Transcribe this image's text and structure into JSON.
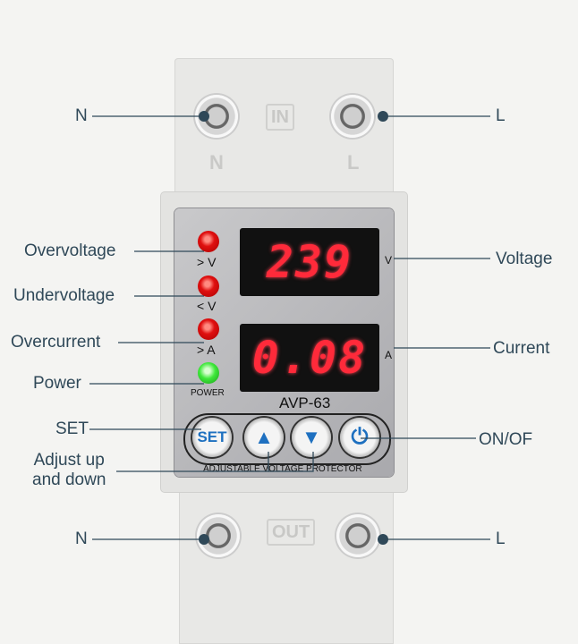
{
  "terminals_top": {
    "box": "IN",
    "left": "N",
    "right": "L"
  },
  "terminals_bottom": {
    "box": "OUT",
    "left": "N",
    "right": "L"
  },
  "indicators": [
    {
      "symbol": "> V",
      "color": "#e01010"
    },
    {
      "symbol": "< V",
      "color": "#e01010"
    },
    {
      "symbol": "> A",
      "color": "#e01010"
    },
    {
      "symbol": "POWER",
      "color": "#3ee83a"
    }
  ],
  "displays": {
    "voltage": "239",
    "voltage_unit": "V",
    "current": "0.08",
    "current_unit": "A"
  },
  "model": "AVP-63",
  "buttons": {
    "set": "SET",
    "up": "up-arrow-icon",
    "down": "down-arrow-icon",
    "power": "power-icon"
  },
  "panel_caption": "ADJUSTABLE VOLTAGE PROTECTOR",
  "callouts": {
    "n_top": "N",
    "l_top": "L",
    "overvoltage": "Overvoltage",
    "undervoltage": "Undervoltage",
    "overcurrent": "Overcurrent",
    "power": "Power",
    "set": "SET",
    "adjust": "Adjust up\nand down",
    "voltage": "Voltage",
    "current": "Current",
    "onoff": "ON/OF",
    "n_bottom": "N",
    "l_bottom": "L"
  },
  "accent_color": "#2f4858"
}
